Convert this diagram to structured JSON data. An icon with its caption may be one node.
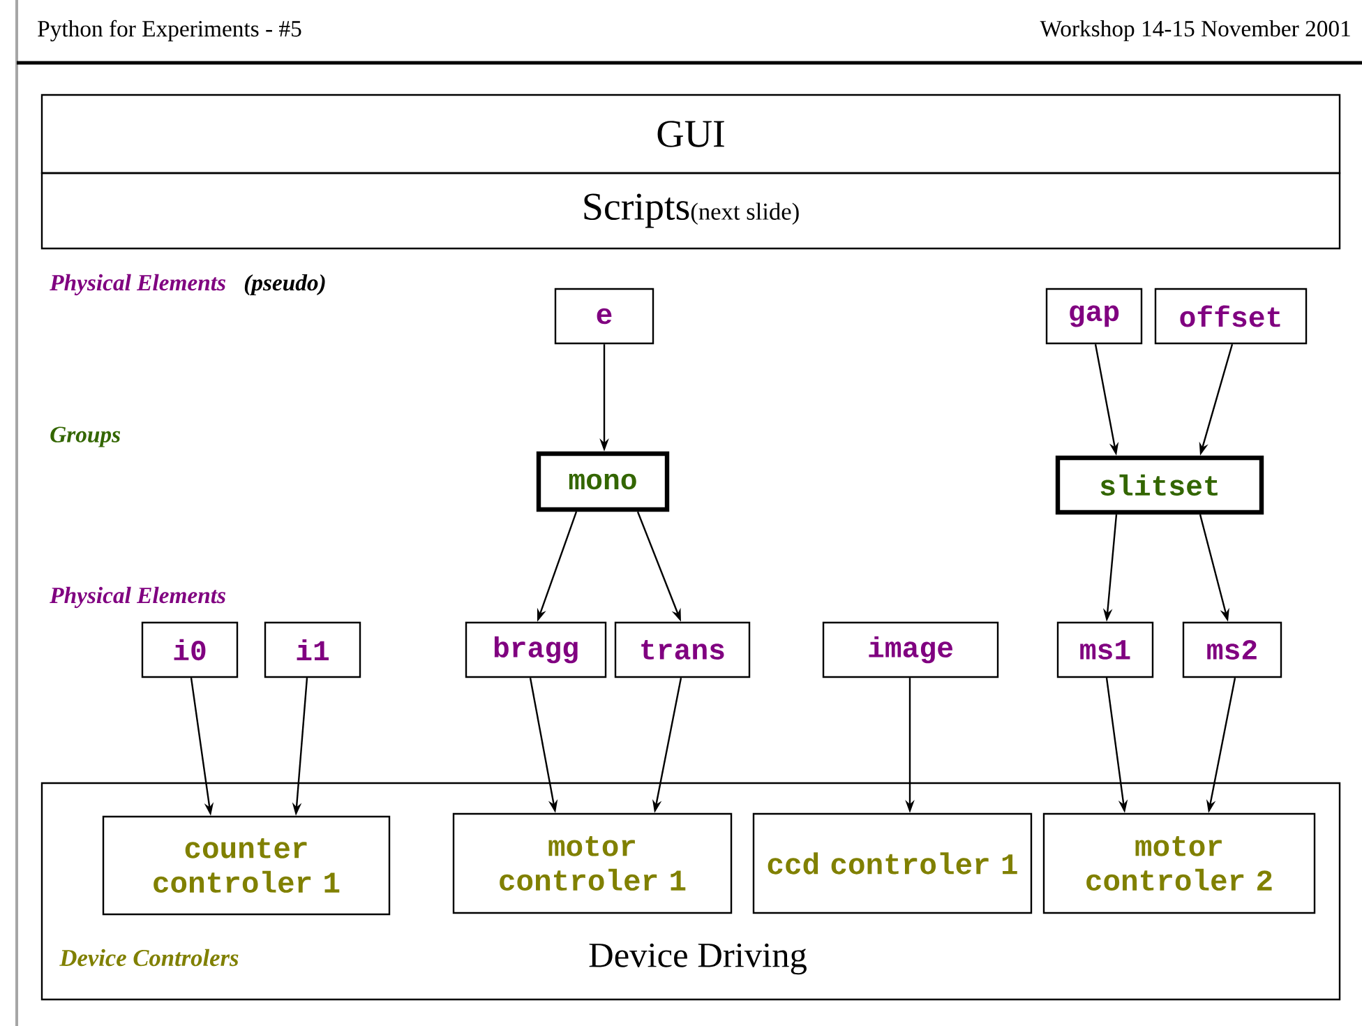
{
  "diagram": {
    "nodes": [
      {
        "text": [
          "GUI"
        ]
      },
      {
        "text": [
          "Scripts",
          "(next slide)"
        ]
      },
      {
        "text": [
          "e"
        ]
      },
      {
        "text": [
          "gap"
        ]
      },
      {
        "text": [
          "offset"
        ]
      },
      {
        "text": [
          "mono"
        ]
      },
      {
        "text": [
          "slitset"
        ]
      },
      {
        "text": [
          "i0"
        ]
      },
      {
        "text": [
          "i1"
        ]
      },
      {
        "text": [
          "bragg"
        ]
      },
      {
        "text": [
          "trans"
        ]
      },
      {
        "text": [
          "image"
        ]
      },
      {
        "text": [
          "ms1"
        ]
      },
      {
        "text": [
          "ms2"
        ]
      },
      {
        "text": [
          "Device Controlers",
          "Device Driving"
        ]
      },
      {
        "text": [
          "counter controler 1"
        ],
        "in": 14
      },
      {
        "text": [
          "motor controler 1"
        ],
        "in": 14
      },
      {
        "text": [
          "ccd controler 1"
        ],
        "in": 14
      },
      {
        "text": [
          "motor controler 2"
        ],
        "in": 14
      }
    ],
    "edges": [
      {
        "from": 2,
        "to": 5,
        "arrow": "to"
      },
      {
        "from": 3,
        "to": 6,
        "arrow": "to"
      },
      {
        "from": 4,
        "to": 6,
        "arrow": "to"
      },
      {
        "from": 5,
        "to": 9,
        "arrow": "to"
      },
      {
        "from": 5,
        "to": 10,
        "arrow": "to"
      },
      {
        "from": 6,
        "to": 12,
        "arrow": "to"
      },
      {
        "from": 6,
        "to": 13,
        "arrow": "to"
      },
      {
        "from": 7,
        "to": 15,
        "arrow": "to"
      },
      {
        "from": 8,
        "to": 15,
        "arrow": "to"
      },
      {
        "from": 9,
        "to": 16,
        "arrow": "to"
      },
      {
        "from": 10,
        "to": 16,
        "arrow": "to"
      },
      {
        "from": 11,
        "to": 17,
        "arrow": "to"
      },
      {
        "from": 12,
        "to": 18,
        "arrow": "to"
      },
      {
        "from": 13,
        "to": 18,
        "arrow": "to"
      }
    ],
    "labels": [
      "Python for Experiments - #5",
      "Workshop 14-15 November 2001",
      "Physical Elements",
      "(pseudo)",
      "Groups",
      "Physical Elements"
    ]
  }
}
